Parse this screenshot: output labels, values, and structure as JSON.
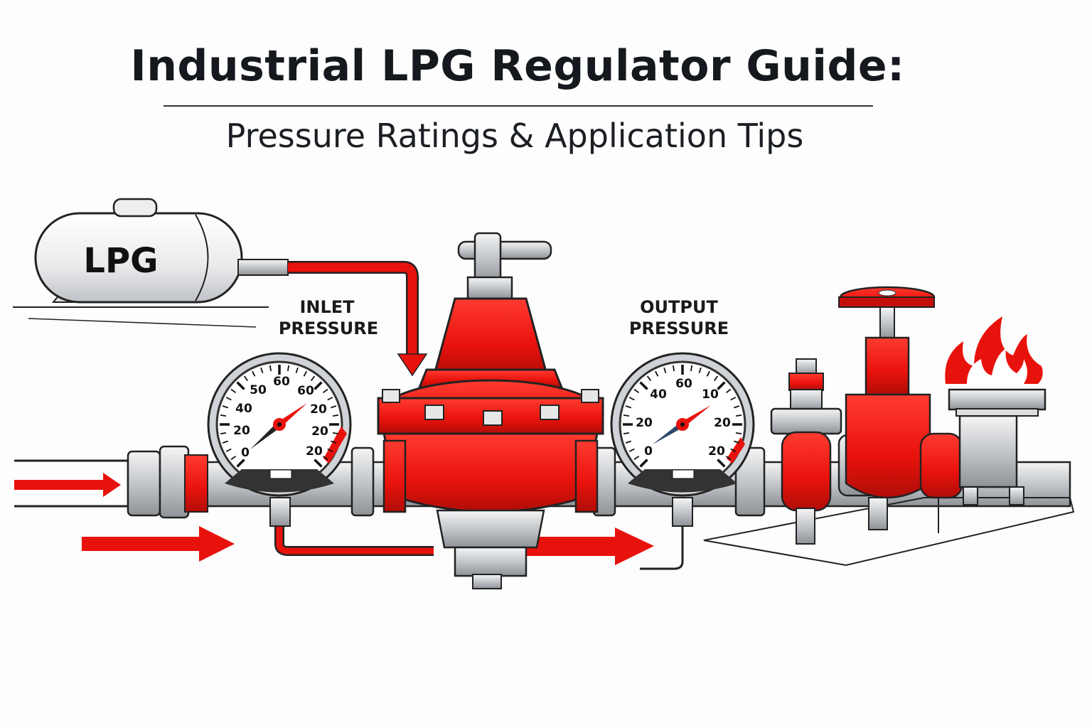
{
  "title": "Industrial LPG Regulator Guide:",
  "subtitle": "Pressure Ratings & Application Tips",
  "tank": {
    "label": "LPG"
  },
  "inlet_gauge": {
    "label_line1": "INLET",
    "label_line2": "PRESSURE",
    "scale_labels": [
      "0",
      "20",
      "40",
      "50",
      "60",
      "60",
      "20",
      "20",
      "20"
    ]
  },
  "output_gauge": {
    "label_line1": "OUTPUT",
    "label_line2": "PRESSURE",
    "scale_labels": [
      "0",
      "20",
      "40",
      "60",
      "10",
      "20",
      "20"
    ]
  },
  "colors": {
    "accent": "#e8120c",
    "metal": "#c9ccd0",
    "outline": "#1a1a1a",
    "background": "#fdfdfd"
  }
}
